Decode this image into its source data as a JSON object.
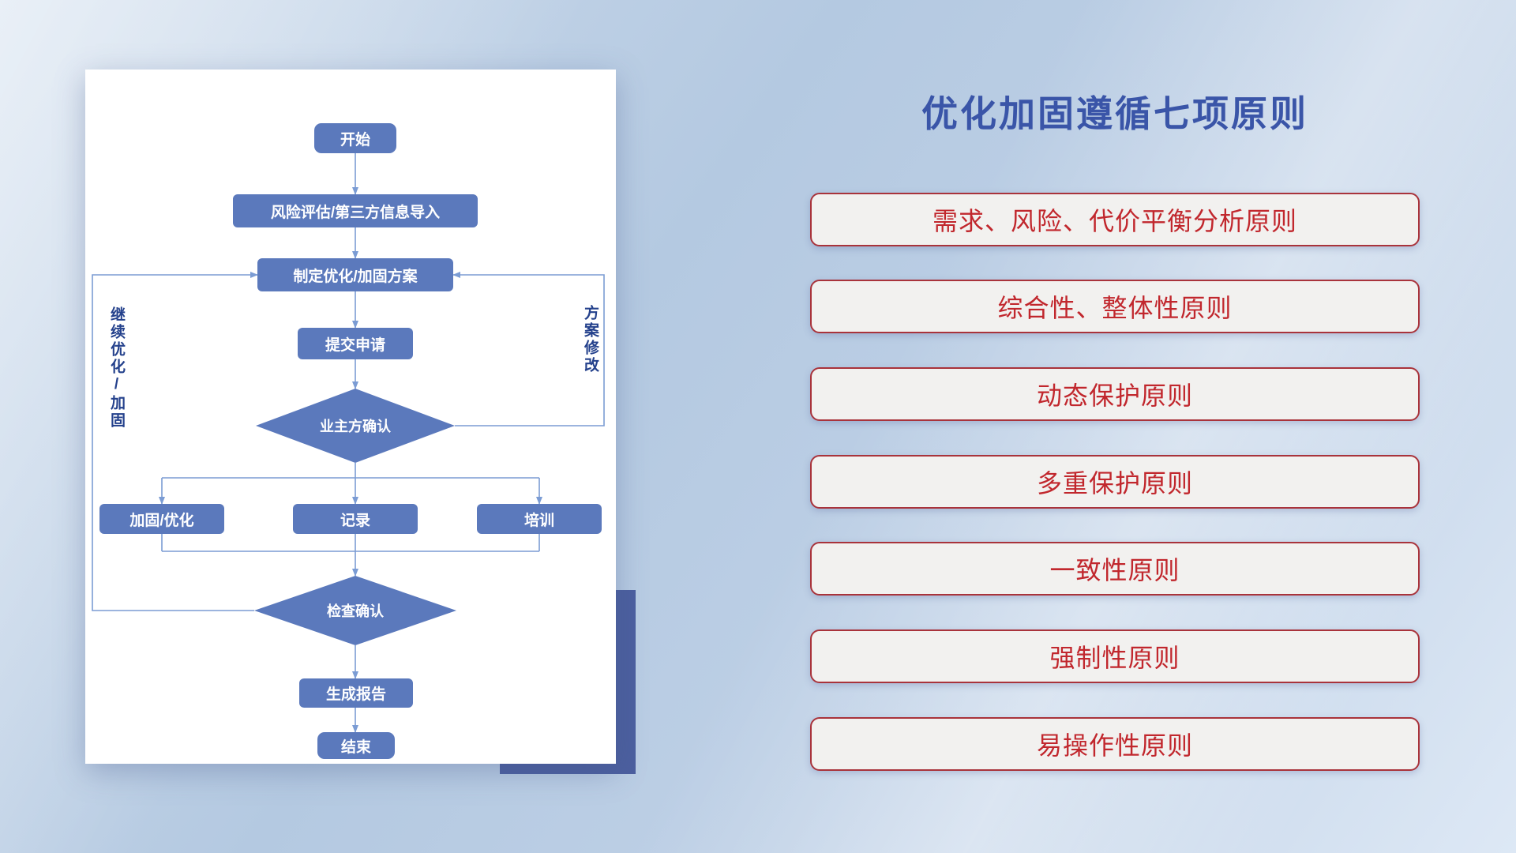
{
  "title": "优化加固遵循七项原则",
  "flowchart": {
    "nodes": {
      "start": "开始",
      "risk": "风险评估/第三方信息导入",
      "plan": "制定优化/加固方案",
      "submit": "提交申请",
      "owner_confirm": "业主方确认",
      "reinforce": "加固/优化",
      "record": "记录",
      "training": "培训",
      "check_confirm": "检查确认",
      "report": "生成报告",
      "end": "结束"
    },
    "loop_labels": {
      "left": "继续优化/加固",
      "right": "方案修改"
    }
  },
  "principles": [
    {
      "text": "需求、风险、代价平衡分析原则"
    },
    {
      "text": "综合性、整体性原则"
    },
    {
      "text": "动态保护原则"
    },
    {
      "text": "多重保护原则"
    },
    {
      "text": "一致性原则"
    },
    {
      "text": "强制性原则"
    },
    {
      "text": "易操作性原则"
    }
  ],
  "colors": {
    "title_blue": "#3a55a8",
    "node_blue": "#5b79bc",
    "connector_blue": "#7b9cd4",
    "principle_red": "#c1272d",
    "principle_border": "#a9333b",
    "shadow_navy": "#4c5f9f"
  }
}
